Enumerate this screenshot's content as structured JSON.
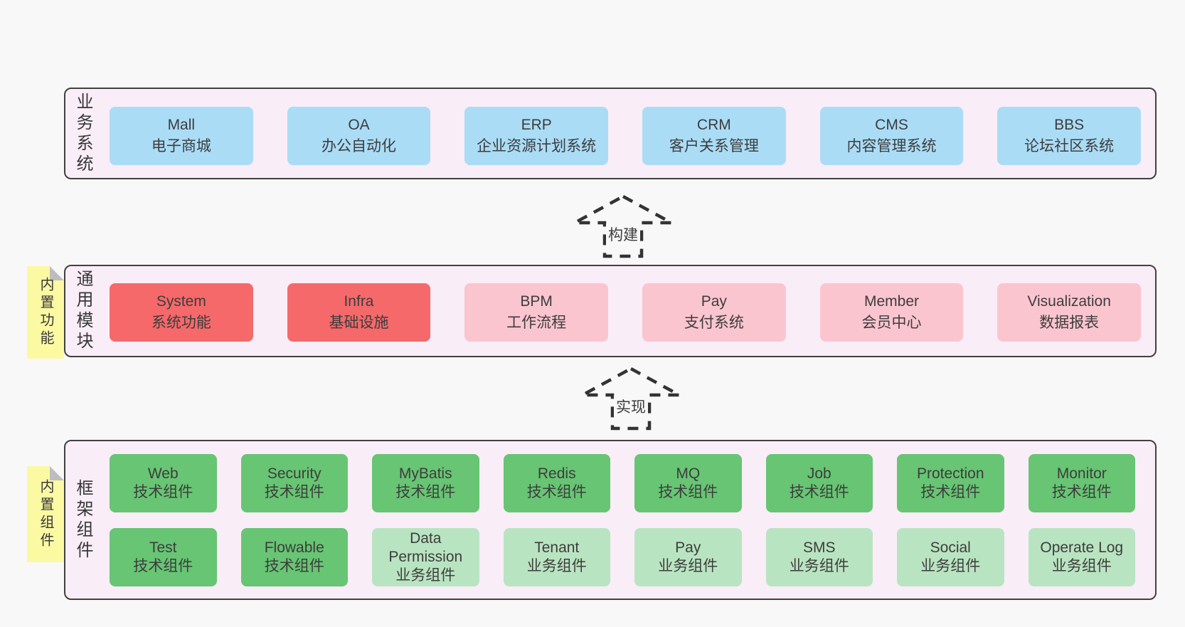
{
  "colors": {
    "pageBg": "#f8f8f8",
    "sectionBg": "#f9edf7",
    "border": "#414141",
    "text": "#3d3d3d",
    "blue": "#aadcf6",
    "red": "#f5696a",
    "pink": "#fbc5cf",
    "green": "#67c573",
    "lightgreen": "#b9e4c1",
    "sticky": "#fcf9a3",
    "fold": "#bdbdc1",
    "dash": "#333333"
  },
  "sections": [
    {
      "label": "业务系统",
      "boxes": [
        {
          "name": "Mall",
          "desc": "电子商城",
          "variant": "blue"
        },
        {
          "name": "OA",
          "desc": "办公自动化",
          "variant": "blue"
        },
        {
          "name": "ERP",
          "desc": "企业资源计划系统",
          "variant": "blue"
        },
        {
          "name": "CRM",
          "desc": "客户关系管理",
          "variant": "blue"
        },
        {
          "name": "CMS",
          "desc": "内容管理系统",
          "variant": "blue"
        },
        {
          "name": "BBS",
          "desc": "论坛社区系统",
          "variant": "blue"
        }
      ]
    },
    {
      "label": "通用模块",
      "sticky": "内置功能",
      "boxes": [
        {
          "name": "System",
          "desc": "系统功能",
          "variant": "red"
        },
        {
          "name": "Infra",
          "desc": "基础设施",
          "variant": "red"
        },
        {
          "name": "BPM",
          "desc": "工作流程",
          "variant": "pink"
        },
        {
          "name": "Pay",
          "desc": "支付系统",
          "variant": "pink"
        },
        {
          "name": "Member",
          "desc": "会员中心",
          "variant": "pink"
        },
        {
          "name": "Visualization",
          "desc": "数据报表",
          "variant": "pink"
        }
      ]
    },
    {
      "label": "框架组件",
      "sticky": "内置组件",
      "rows": [
        [
          {
            "name": "Web",
            "desc": "技术组件",
            "variant": "green"
          },
          {
            "name": "Security",
            "desc": "技术组件",
            "variant": "green"
          },
          {
            "name": "MyBatis",
            "desc": "技术组件",
            "variant": "green"
          },
          {
            "name": "Redis",
            "desc": "技术组件",
            "variant": "green"
          },
          {
            "name": "MQ",
            "desc": "技术组件",
            "variant": "green"
          },
          {
            "name": "Job",
            "desc": "技术组件",
            "variant": "green"
          },
          {
            "name": "Protection",
            "desc": "技术组件",
            "variant": "green"
          },
          {
            "name": "Monitor",
            "desc": "技术组件",
            "variant": "green"
          }
        ],
        [
          {
            "name": "Test",
            "desc": "技术组件",
            "variant": "green"
          },
          {
            "name": "Flowable",
            "desc": "技术组件",
            "variant": "green"
          },
          {
            "name": "Data Permission",
            "desc": "业务组件",
            "variant": "lightgreen"
          },
          {
            "name": "Tenant",
            "desc": "业务组件",
            "variant": "lightgreen"
          },
          {
            "name": "Pay",
            "desc": "业务组件",
            "variant": "lightgreen"
          },
          {
            "name": "SMS",
            "desc": "业务组件",
            "variant": "lightgreen"
          },
          {
            "name": "Social",
            "desc": "业务组件",
            "variant": "lightgreen"
          },
          {
            "name": "Operate Log",
            "desc": "业务组件",
            "variant": "lightgreen"
          }
        ]
      ]
    }
  ],
  "arrows": [
    {
      "label": "构建"
    },
    {
      "label": "实现"
    }
  ]
}
